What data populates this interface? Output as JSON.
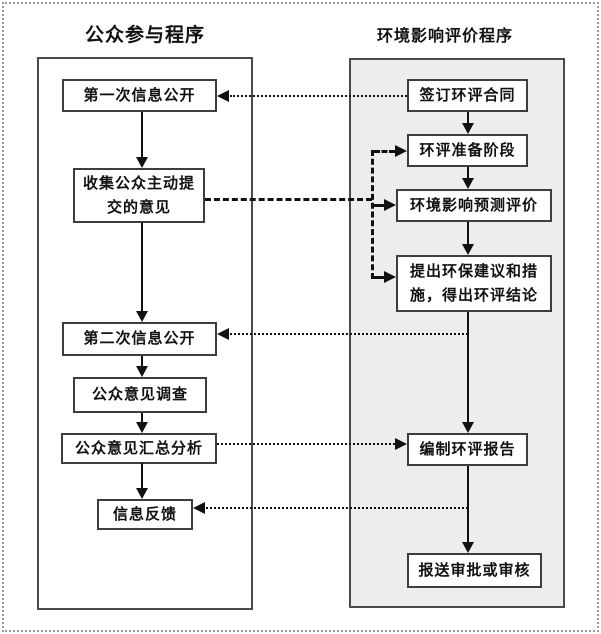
{
  "left_column": {
    "title": "公众参与程序",
    "boxes": [
      "第一次信息公开",
      "收集公众主动提交的意见",
      "第二次信息公开",
      "公众意见调查",
      "公众意见汇总分析",
      "信息反馈"
    ]
  },
  "right_column": {
    "title": "环境影响评价程序",
    "boxes": [
      "签订环评合同",
      "环评准备阶段",
      "环境影响预测评价",
      "提出环保建议和措施，得出环评结论",
      "编制环评报告",
      "报送审批或审核"
    ]
  },
  "edges": [
    {
      "from": "第一次信息公开",
      "to": "收集公众主动提交的意见",
      "style": "solid"
    },
    {
      "from": "收集公众主动提交的意见",
      "to": "第二次信息公开",
      "style": "solid"
    },
    {
      "from": "第二次信息公开",
      "to": "公众意见调查",
      "style": "solid"
    },
    {
      "from": "公众意见调查",
      "to": "公众意见汇总分析",
      "style": "solid"
    },
    {
      "from": "公众意见汇总分析",
      "to": "信息反馈",
      "style": "solid"
    },
    {
      "from": "签订环评合同",
      "to": "环评准备阶段",
      "style": "solid"
    },
    {
      "from": "环评准备阶段",
      "to": "环境影响预测评价",
      "style": "solid"
    },
    {
      "from": "环境影响预测评价",
      "to": "提出环保建议和措施，得出环评结论",
      "style": "solid"
    },
    {
      "from": "提出环保建议和措施，得出环评结论",
      "to": "编制环评报告",
      "style": "solid"
    },
    {
      "from": "编制环评报告",
      "to": "报送审批或审核",
      "style": "solid"
    },
    {
      "from": "签订环评合同",
      "to": "第一次信息公开",
      "style": "dotted"
    },
    {
      "from": "收集公众主动提交的意见",
      "to": "环评准备阶段",
      "style": "thick-dashed"
    },
    {
      "from": "收集公众主动提交的意见",
      "to": "环境影响预测评价",
      "style": "thick-dashed"
    },
    {
      "from": "收集公众主动提交的意见",
      "to": "提出环保建议和措施，得出环评结论",
      "style": "thick-dashed"
    },
    {
      "from": "提出环保建议和措施，得出环评结论",
      "to": "第二次信息公开",
      "style": "dotted"
    },
    {
      "from": "公众意见汇总分析",
      "to": "编制环评报告",
      "style": "dotted"
    },
    {
      "from": "编制环评报告",
      "to": "信息反馈",
      "style": "dotted"
    }
  ],
  "colors": {
    "right_panel_bg": "#ededed",
    "node_border": "#3d3d3d",
    "line": "#111111",
    "outer_border": "#9a9a9a"
  }
}
